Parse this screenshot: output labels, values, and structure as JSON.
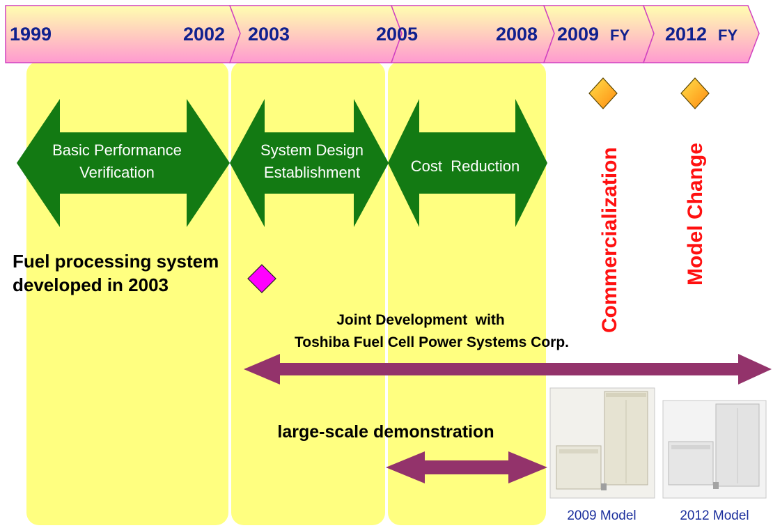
{
  "timeline": {
    "segments": [
      {
        "start": "1999",
        "end": "2002"
      },
      {
        "start": "2003",
        "end": ""
      },
      {
        "start": "2005",
        "end": "2008"
      },
      {
        "start": "2009",
        "fy": "FY"
      },
      {
        "start": "2012",
        "fy": "FY"
      }
    ]
  },
  "phases": [
    {
      "line1": "Basic Performance",
      "line2": "Verification"
    },
    {
      "line1": "System Design",
      "line2": "Establishment"
    },
    {
      "line1": "Cost  Reduction",
      "line2": ""
    }
  ],
  "milestones": [
    {
      "label": "Commercialization",
      "year": "2009 FY"
    },
    {
      "label": "Model Change",
      "year": "2012 FY"
    }
  ],
  "fuel_note": {
    "line1": "Fuel processing system",
    "line2": "developed in 2003"
  },
  "joint": {
    "line1": "Joint Development  with",
    "line2": "Toshiba Fuel Cell Power Systems Corp."
  },
  "demo_label": "large-scale demonstration",
  "models": [
    {
      "caption": "2009 Model"
    },
    {
      "caption": "2012 Model"
    }
  ],
  "colors": {
    "timeline_top": "#ffff9a",
    "timeline_bottom": "#ff9fd0",
    "timeline_text": "#10208e",
    "column": "#ffff80",
    "phase_arrow": "#137a13",
    "milestone_text": "#ff1010",
    "diamond_fill": "#ffb21a",
    "fuel_diamond": "#ff00ff",
    "long_arrow": "#93336b",
    "caption": "#1a2e9c"
  }
}
